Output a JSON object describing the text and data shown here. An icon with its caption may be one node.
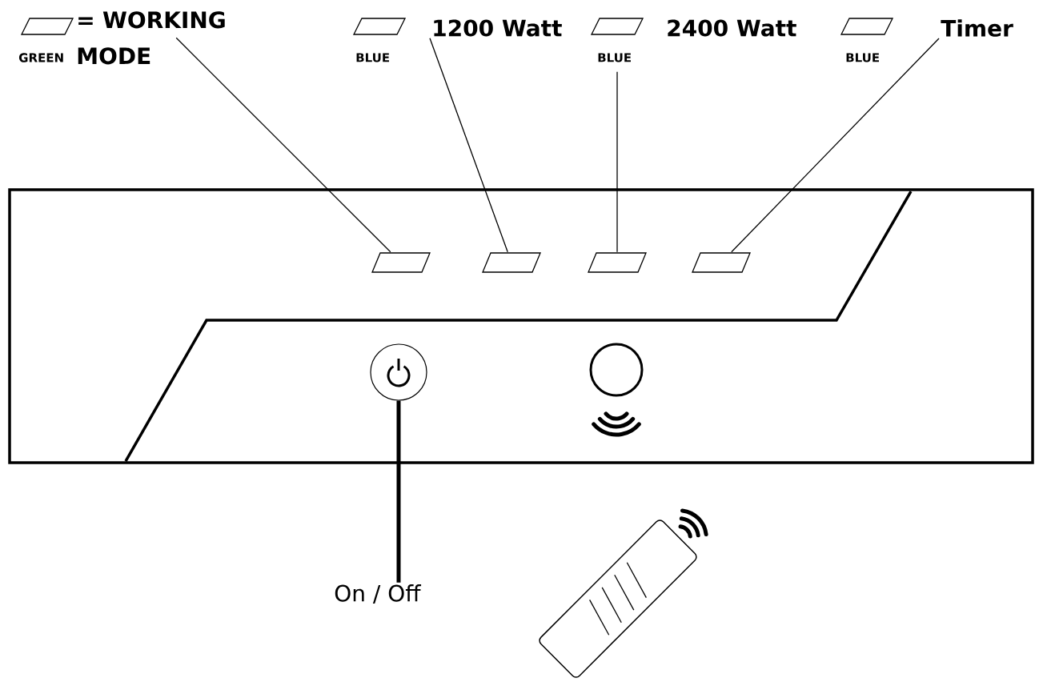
{
  "diagram": {
    "nodes": [
      {
        "text": [
          "= WORKING MODE"
        ]
      },
      {
        "text": [
          "1200 Watt"
        ]
      },
      {
        "text": [
          "2400 Watt"
        ]
      },
      {
        "text": [
          "Timer"
        ]
      },
      {
        "text": [],
        "shape": "parallelogram"
      },
      {
        "text": [],
        "shape": "parallelogram"
      },
      {
        "text": [],
        "shape": "parallelogram"
      },
      {
        "text": [],
        "shape": "parallelogram"
      },
      {
        "text": [],
        "shape": "circle"
      },
      {
        "text": [
          "On / Off"
        ]
      }
    ],
    "edges": [
      {
        "from": 0,
        "to": 4,
        "arrow": "none"
      },
      {
        "from": 1,
        "to": 5,
        "arrow": "none"
      },
      {
        "from": 2,
        "to": 6,
        "arrow": "none"
      },
      {
        "from": 3,
        "to": 7,
        "arrow": "none"
      },
      {
        "from": 9,
        "to": 8,
        "arrow": "none",
        "style": "thick"
      }
    ],
    "labels": [
      "GREEN",
      "BLUE",
      "BLUE",
      "BLUE"
    ]
  }
}
